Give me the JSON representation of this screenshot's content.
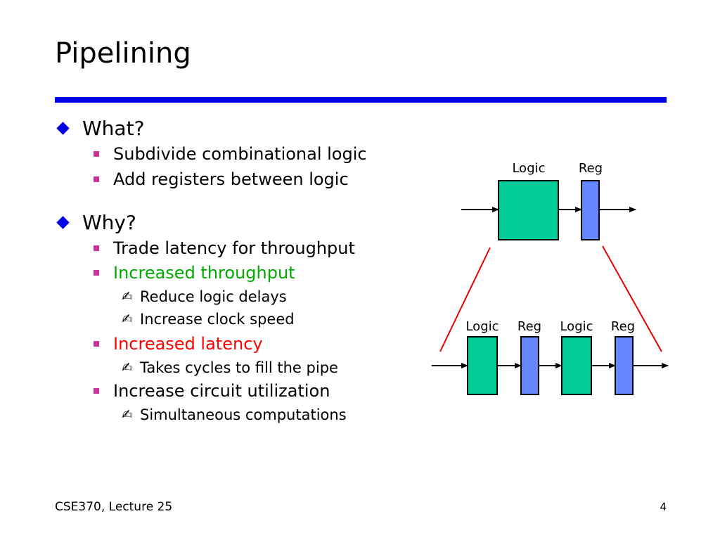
{
  "slide": {
    "title": "Pipelining",
    "rule_color": "#0000e6",
    "bullets": [
      {
        "text": "What?",
        "marker": "diamond-bullet",
        "children": [
          {
            "text": "Subdivide combinational logic",
            "marker": "square-bullet"
          },
          {
            "text": "Add registers between logic",
            "marker": "square-bullet"
          }
        ]
      },
      {
        "text": "Why?",
        "marker": "diamond-bullet",
        "children": [
          {
            "text": "Trade latency for throughput",
            "marker": "square-bullet"
          },
          {
            "text": "Increased throughput",
            "marker": "square-bullet",
            "color": "#00aa00",
            "children": [
              {
                "text": "Reduce logic delays",
                "marker": "pen-icon"
              },
              {
                "text": "Increase clock speed",
                "marker": "pen-icon"
              }
            ]
          },
          {
            "text": "Increased latency",
            "marker": "square-bullet",
            "color": "#ff0000",
            "children": [
              {
                "text": "Takes cycles to fill the pipe",
                "marker": "pen-icon"
              }
            ]
          },
          {
            "text": "Increase circuit utilization",
            "marker": "square-bullet",
            "children": [
              {
                "text": "Simultaneous computations",
                "marker": "pen-icon"
              }
            ]
          }
        ]
      }
    ]
  },
  "diagram": {
    "top_labels": [
      "Logic",
      "Reg"
    ],
    "bottom_labels": [
      "Logic",
      "Reg",
      "Logic",
      "Reg"
    ],
    "colors": {
      "logic_fill": "#00cc99",
      "reg_fill": "#6688ff",
      "zoom_lines": "#e60000"
    }
  },
  "footer": {
    "left": "CSE370, Lecture 25",
    "page_number": "4"
  },
  "icons": {
    "pen": "✍"
  }
}
